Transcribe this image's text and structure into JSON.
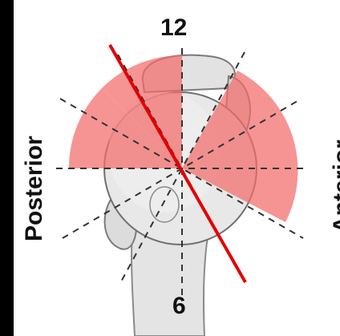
{
  "labels": {
    "top": "12",
    "bottom": "6",
    "left": "Posterior",
    "right": "Anterior"
  },
  "colors": {
    "background": "#000000",
    "panel": "#ffffff",
    "sector_fill": "#f26b6b",
    "axis_line": "#e60000",
    "dash_line": "#333333",
    "bone_fill": "#e6e6e6",
    "bone_stroke": "#777777"
  },
  "icons": {
    "main_illustration": "humerus-head-icon"
  }
}
